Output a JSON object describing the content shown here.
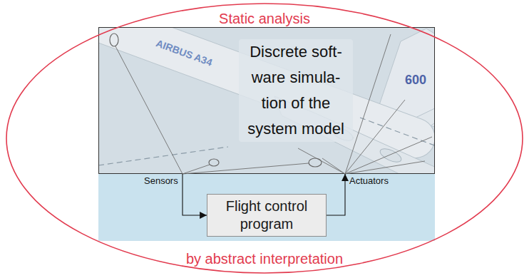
{
  "diagram": {
    "nodes": [
      {
        "text": [
          "Static analysis",
          "by abstract interpretation"
        ]
      },
      {
        "text": [
          "Discrete soft- ware simula- tion of the system model"
        ],
        "in": 0
      },
      {
        "text": [
          "Flight control program"
        ],
        "in": 0
      }
    ],
    "edges": [
      {
        "from": 1,
        "to": 2,
        "arrow": "to"
      },
      {
        "from": 2,
        "to": 1,
        "arrow": "to"
      }
    ],
    "labels": [
      "Sensors",
      "Actuators",
      "AIRBUS A34",
      "600"
    ]
  }
}
